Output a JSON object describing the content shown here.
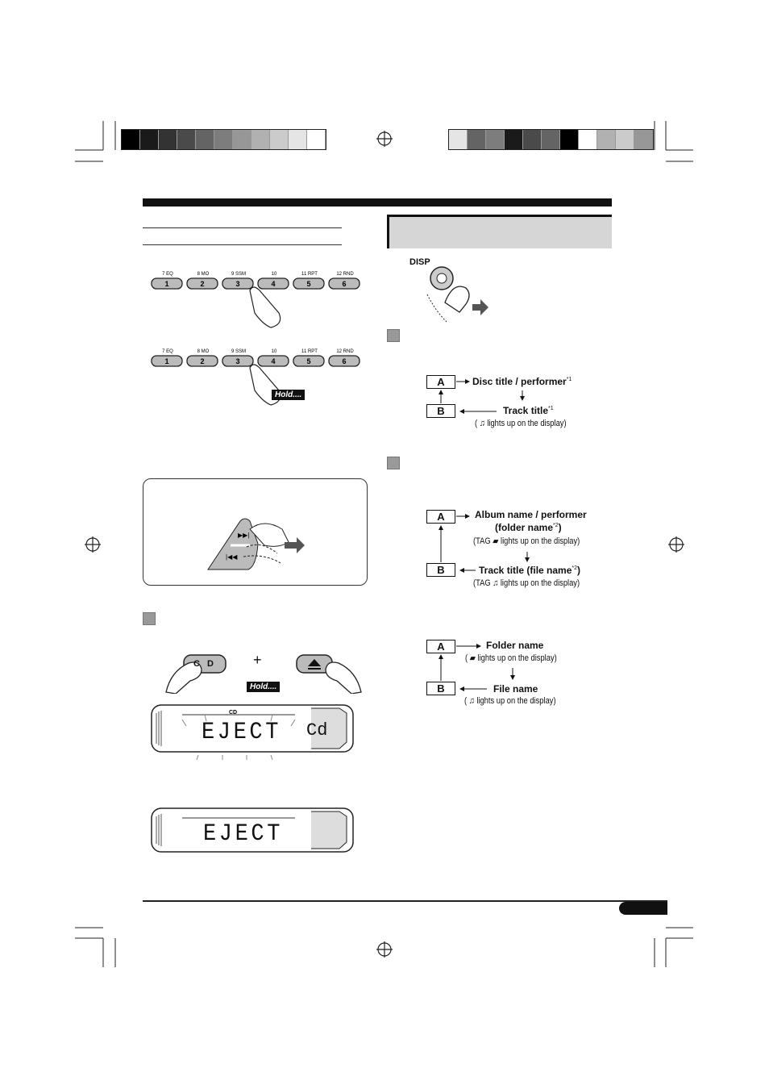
{
  "presets": {
    "top_labels": [
      "7 EQ",
      "8 MO",
      "9 SSM",
      "10",
      "11 RPT",
      "12 RND"
    ],
    "buttons": [
      "1",
      "2",
      "3",
      "4",
      "5",
      "6"
    ]
  },
  "hold_label": "Hold....",
  "disp_label": "DISP",
  "cd_label": "C D",
  "plus": "+",
  "lcd": {
    "main_text": "EJECT",
    "side_text": "Cd"
  },
  "flow1": {
    "a": "A",
    "b": "B",
    "a_text": "Disc title / performer",
    "a_note": "*1",
    "b_text": "Track title",
    "b_note": "*1",
    "b_sub": "( ♫ lights up on the display)"
  },
  "flow2": {
    "a": "A",
    "b": "B",
    "a_text_1": "Album name / performer",
    "a_text_2": "(folder name",
    "a_note": "*2",
    "a_text_2_end": ")",
    "a_sub": "(TAG ▰ lights up on the display)",
    "b_text": "Track title (file name",
    "b_note": "*2",
    "b_text_end": ")",
    "b_sub": "(TAG ♫ lights up on the display)"
  },
  "flow3": {
    "a": "A",
    "b": "B",
    "a_text": "Folder name",
    "a_sub": "( ▰ lights up on the display)",
    "b_text": "File name",
    "b_sub": "( ♫ lights up on the display)"
  },
  "colors": {
    "calibration_left": [
      "#000000",
      "#1a1a1a",
      "#333333",
      "#4a4a4a",
      "#646464",
      "#7d7d7d",
      "#979797",
      "#b1b1b1",
      "#cbcbcb",
      "#e5e5e5",
      "#ffffff"
    ],
    "calibration_right": [
      "#e5e5e5",
      "#646464",
      "#7d7d7d",
      "#1a1a1a",
      "#4a4a4a",
      "#646464",
      "#000000",
      "#ffffff",
      "#b1b1b1",
      "#cbcbcb",
      "#979797"
    ]
  }
}
